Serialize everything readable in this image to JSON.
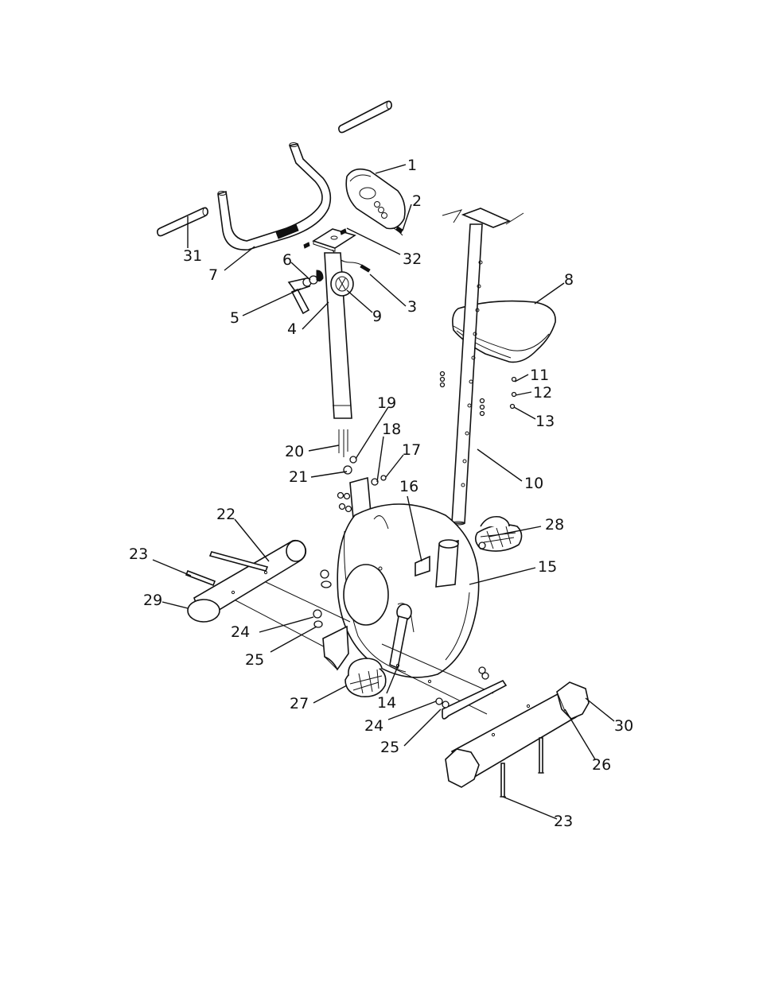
{
  "labels": {
    "l1": "1",
    "l2": "2",
    "l3": "3",
    "l4": "4",
    "l5": "5",
    "l6": "6",
    "l7": "7",
    "l8": "8",
    "l9": "9",
    "l10": "10",
    "l11": "11",
    "l12": "12",
    "l13": "13",
    "l14": "14",
    "l15": "15",
    "l16": "16",
    "l17": "17",
    "l18": "18",
    "l19": "19",
    "l20": "20",
    "l21": "21",
    "l22": "22",
    "l23a": "23",
    "l23b": "23",
    "l24a": "24",
    "l24b": "24",
    "l25a": "25",
    "l25b": "25",
    "l26": "26",
    "l27": "27",
    "l28": "28",
    "l29": "29",
    "l30": "30",
    "l31": "31",
    "l32": "32"
  }
}
